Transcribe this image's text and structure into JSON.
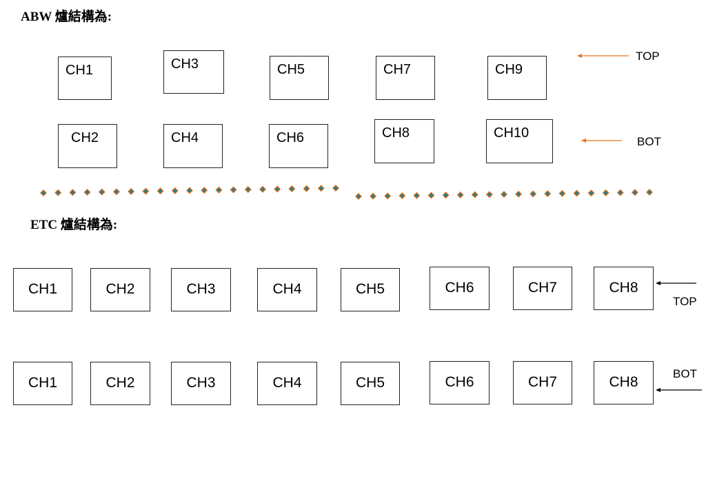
{
  "abw": {
    "heading": "ABW 爐結構為:",
    "top_row": [
      "CH1",
      "CH3",
      "CH5",
      "CH7",
      "CH9"
    ],
    "bottom_row": [
      "CH2",
      "CH4",
      "CH6",
      "CH8",
      "CH10"
    ],
    "top_label": "TOP",
    "bottom_label": "BOT",
    "arrow_color": "#e8731a"
  },
  "separator": {
    "marker_fill": "#2e7d86",
    "marker_stroke": "#e8731a"
  },
  "etc": {
    "heading": "ETC 爐結構為:",
    "top_row": [
      "CH1",
      "CH2",
      "CH3",
      "CH4",
      "CH5",
      "CH6",
      "CH7",
      "CH8"
    ],
    "bottom_row": [
      "CH1",
      "CH2",
      "CH3",
      "CH4",
      "CH5",
      "CH6",
      "CH7",
      "CH8"
    ],
    "top_label": "TOP",
    "bottom_label": "BOT",
    "arrow_color": "#000000"
  }
}
